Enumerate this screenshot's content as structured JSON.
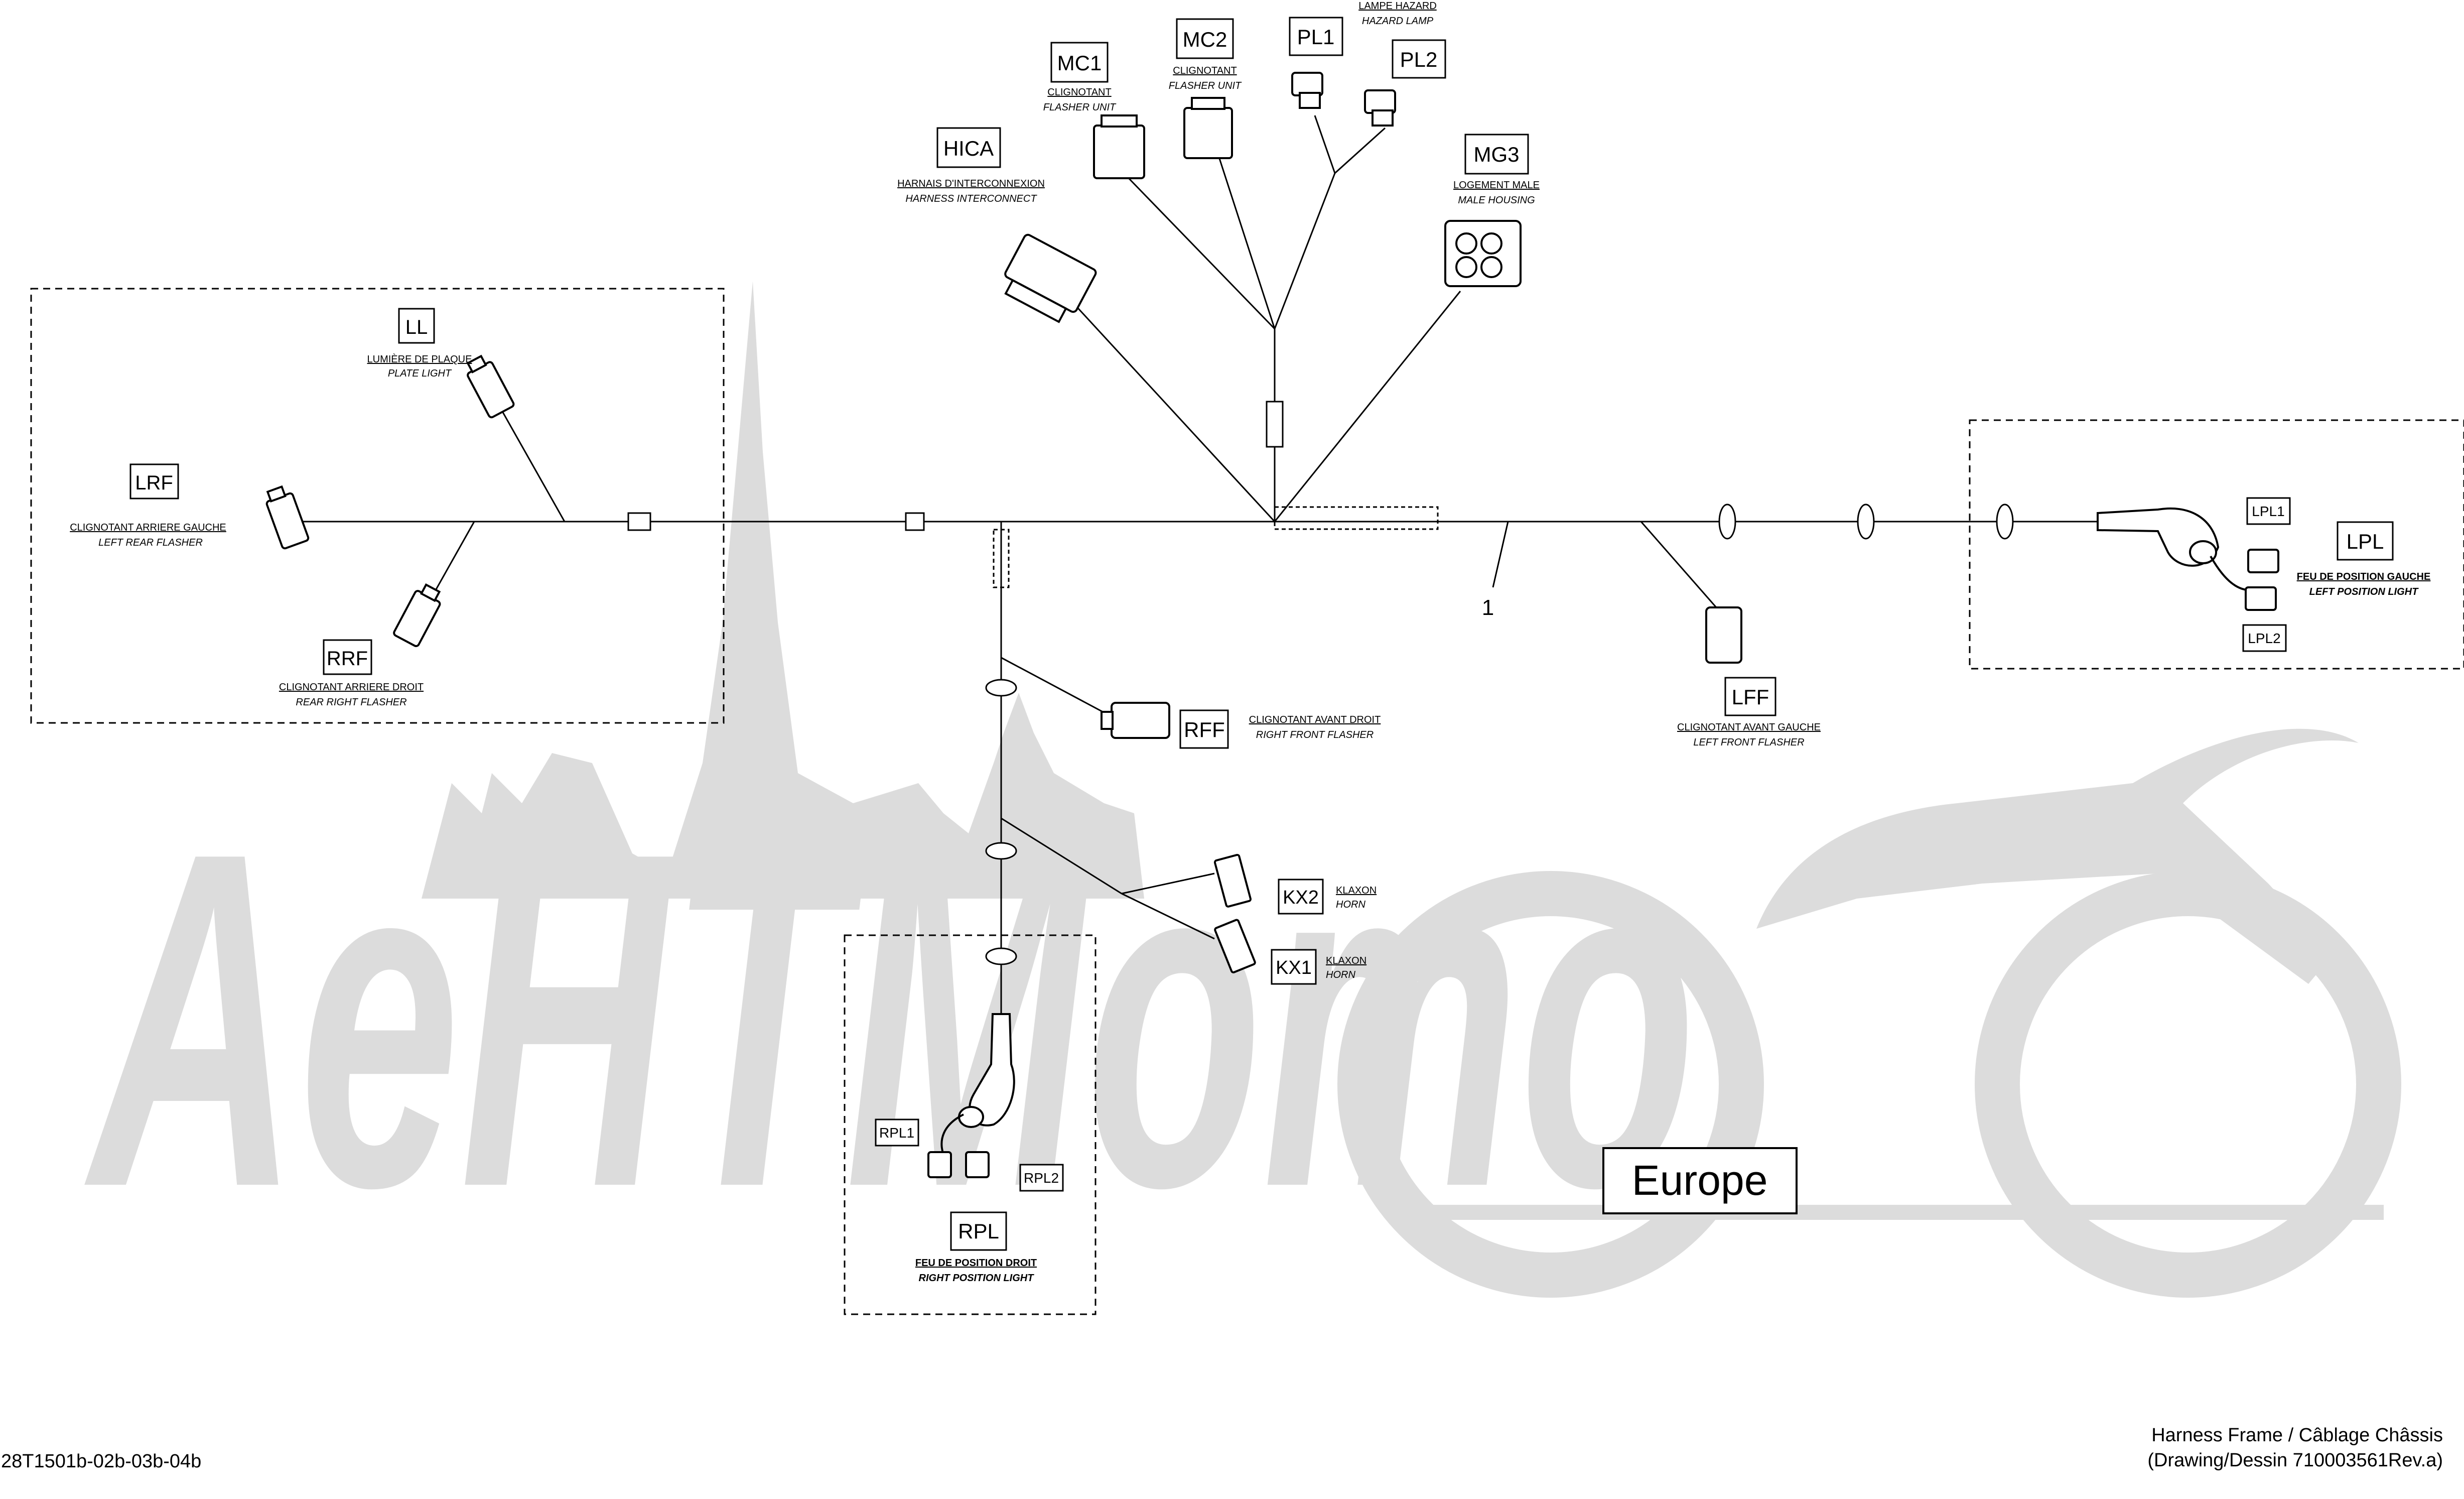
{
  "watermark": {
    "text": "AeHTMomo",
    "color": "#d9d9d9"
  },
  "region_label": "Europe",
  "item_number": "1",
  "components": {
    "LL": {
      "code": "LL",
      "fr": "LUMIÈRE DE PLAQUE",
      "en": "PLATE LIGHT"
    },
    "LRF": {
      "code": "LRF",
      "fr": "CLIGNOTANT ARRIERE GAUCHE",
      "en": "LEFT REAR FLASHER"
    },
    "RRF": {
      "code": "RRF",
      "fr": "CLIGNOTANT ARRIERE DROIT",
      "en": "REAR RIGHT FLASHER"
    },
    "HICA": {
      "code": "HICA",
      "fr": "HARNAIS D'INTERCONNEXION",
      "en": "HARNESS INTERCONNECT"
    },
    "MC1": {
      "code": "MC1",
      "fr": "CLIGNOTANT",
      "en": "FLASHER UNIT"
    },
    "MC2": {
      "code": "MC2",
      "fr": "CLIGNOTANT",
      "en": "FLASHER UNIT"
    },
    "PL1": {
      "code": "PL1"
    },
    "PL2": {
      "code": "PL2",
      "fr": "LAMPE HAZARD",
      "en": "HAZARD LAMP"
    },
    "MG3": {
      "code": "MG3",
      "fr": "LOGEMENT MALE",
      "en": "MALE HOUSING"
    },
    "LPL": {
      "code": "LPL",
      "fr": "FEU DE POSITION GAUCHE",
      "en": "LEFT POSITION LIGHT",
      "sub1": "LPL1",
      "sub2": "LPL2"
    },
    "LFF": {
      "code": "LFF",
      "fr": "CLIGNOTANT AVANT GAUCHE",
      "en": "LEFT FRONT FLASHER"
    },
    "RFF": {
      "code": "RFF",
      "fr": "CLIGNOTANT AVANT DROIT",
      "en": "RIGHT FRONT FLASHER"
    },
    "KX2": {
      "code": "KX2",
      "fr": "KLAXON",
      "en": "HORN"
    },
    "KX1": {
      "code": "KX1",
      "fr": "KLAXON",
      "en": "HORN"
    },
    "RPL": {
      "code": "RPL",
      "fr": "FEU DE POSITION DROIT",
      "en": "RIGHT POSITION LIGHT",
      "sub1": "RPL1",
      "sub2": "RPL2"
    }
  },
  "footer": {
    "left": "28T1501b-02b-03b-04b",
    "right_line1": "Harness Frame / Câblage Châssis",
    "right_line2": "(Drawing/Dessin 710003561Rev.a)"
  }
}
